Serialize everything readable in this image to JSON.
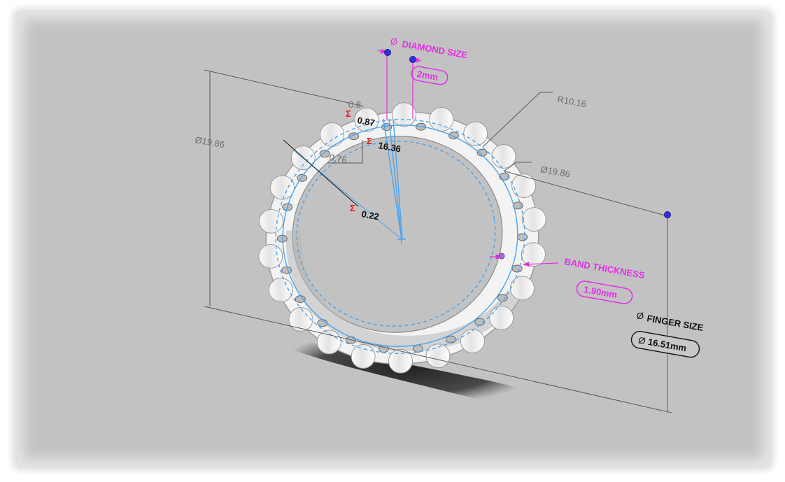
{
  "callouts": {
    "diamond_size_label": "DIAMOND SIZE",
    "diamond_size_value": "2mm",
    "band_thickness_label": "BAND THICKNESS",
    "band_thickness_value": "1.90mm",
    "finger_size_label": "FINGER SIZE",
    "finger_size_value": "16.51mm",
    "diameter_symbol": "Ø"
  },
  "dimensions": {
    "height_dia": "Ø19.86",
    "outer_dia": "Ø19.86",
    "radius": "R10.16",
    "dim_087": "0.87",
    "dim_08": "0.8",
    "dim_1636": "16.36",
    "dim_076": "0.76",
    "dim_022": "0.22",
    "sigma": "Σ"
  },
  "colors": {
    "viewport_bg": "#c2c2c2",
    "dimension_gray": "#6e6e6e",
    "callout_magenta": "#e62ee6",
    "sketch_blue": "#4aa3ee",
    "sigma_red": "#e81818",
    "handle_blue": "#3030e0"
  }
}
